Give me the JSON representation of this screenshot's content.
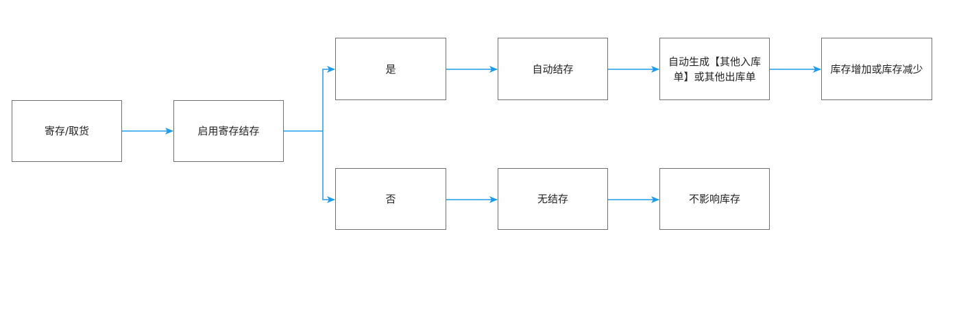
{
  "colors": {
    "edge": "#1e9bea",
    "node_border": "#6f6f6f",
    "text": "#222222"
  },
  "nodes": {
    "deposit": "寄存/取货",
    "enable": "启用寄存结存",
    "yes": "是",
    "no": "否",
    "auto_settle": "自动结存",
    "generate_doc": "自动生成【其他入库单】或其他出库单",
    "inventory_change": "库存增加或库存减少",
    "no_settle": "无结存",
    "no_effect": "不影响库存"
  },
  "edges": [
    {
      "from": "deposit",
      "to": "enable"
    },
    {
      "from": "enable",
      "to": "yes"
    },
    {
      "from": "enable",
      "to": "no"
    },
    {
      "from": "yes",
      "to": "auto_settle"
    },
    {
      "from": "auto_settle",
      "to": "generate_doc"
    },
    {
      "from": "generate_doc",
      "to": "inventory_change"
    },
    {
      "from": "no",
      "to": "no_settle"
    },
    {
      "from": "no_settle",
      "to": "no_effect"
    }
  ]
}
